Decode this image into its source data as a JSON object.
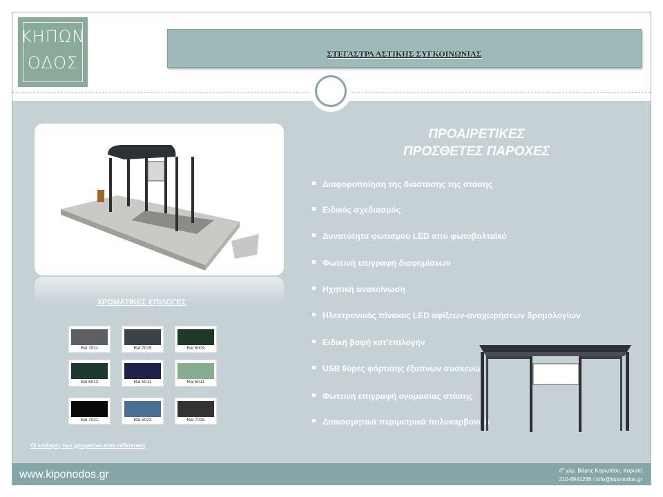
{
  "logo": {
    "line1": "ΚΗΠΩΝ",
    "line2": "ΟΔΟΣ"
  },
  "header": {
    "title": "ΣΤΕΓΑΣΤΡΑ ΑΣΤΙΚΗΣ ΣΥΓΚΟΙΝΩΝΙΑΣ"
  },
  "colors": {
    "subheading": "ΧΡΩΜΑΤΙΚΕΣ ΕΠΙΛΟΓΕΣ",
    "swatches": [
      {
        "label": "Ral 7011",
        "color": "#5c6063"
      },
      {
        "label": "Ral 7015",
        "color": "#3d4247"
      },
      {
        "label": "Ral 6009",
        "color": "#1d3a28"
      },
      {
        "label": "Ral 6012",
        "color": "#1b3a31"
      },
      {
        "label": "Ral 5011",
        "color": "#1d2048"
      },
      {
        "label": "Ral 6011",
        "color": "#86ad90"
      },
      {
        "label": "Ral 7021",
        "color": "#090909"
      },
      {
        "label": "Ral 5023",
        "color": "#4a6f94"
      },
      {
        "label": "Ral 7016",
        "color": "#333333"
      }
    ],
    "note": "Οι επιλογές των χρωμάτων είναι ενδεικτικές"
  },
  "extras": {
    "heading_line1": "ΠΡΟΑΙΡΕΤΙΚΕΣ",
    "heading_line2": "ΠΡΟΣΘΕΤΕΣ ΠΑΡΟΧΕΣ",
    "items": [
      "Διαφοροποίηση της διάστασης της στάσης",
      "Ειδικός σχεδιασμός",
      "Δυνατότητα φωτισμού LED  από φωτοβολταϊκό",
      "Φωτεινή επιγραφή διαφημίσεων",
      "Ηχητική ανακοίνωση",
      "Ηλεκτρονικός πίνακας LED αφίξεων-αναχωρήσεων  δρομολογίων",
      "Ειδική βαφή κατ’επιλογήν",
      "USB θύρες φόρτισης έξυπνων συσκευών",
      "Φωτεινή επιγραφή ονομασίας στάσης",
      "Διακοσμητικά περιμετρικά πολυκαρβονικά"
    ]
  },
  "footer": {
    "website": "www.kiponodos.gr",
    "address_sup": "ο",
    "address_pre": "4",
    "address_rest": " χλμ. Βάρης Κορωπίου, Κορωπί",
    "contact": "210-8941288 / info@kiponodos.gr"
  }
}
